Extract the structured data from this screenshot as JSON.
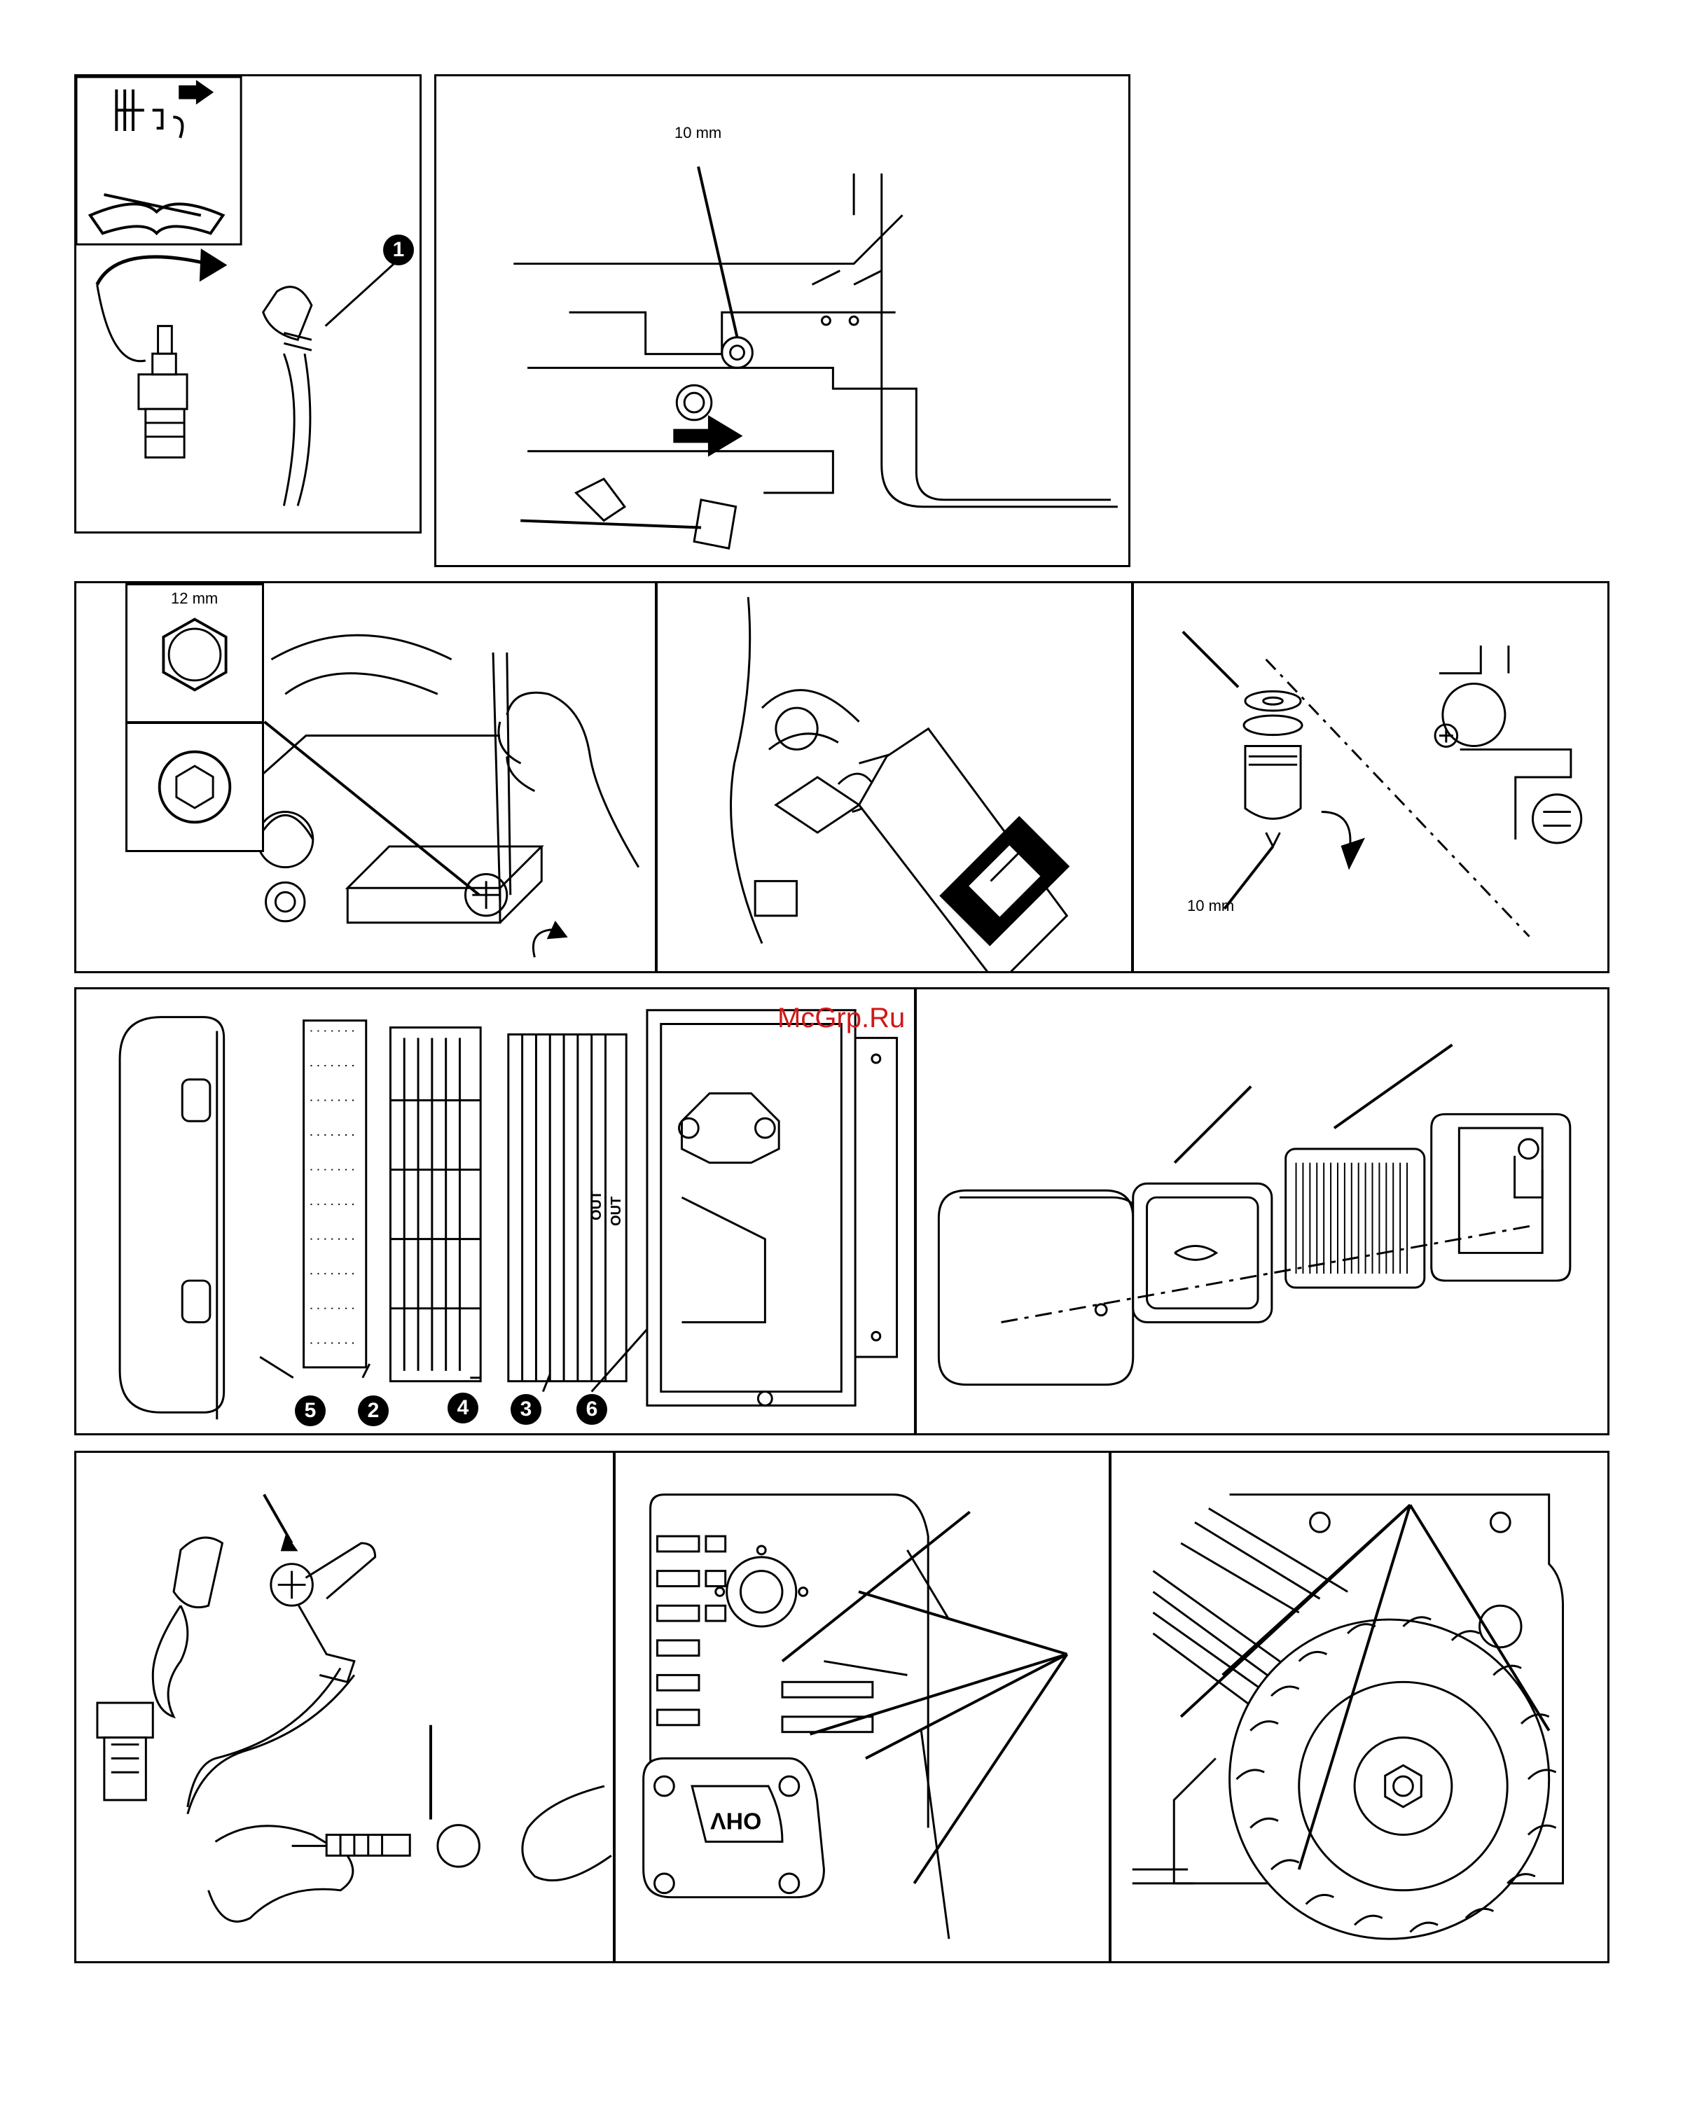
{
  "watermark": "McGrp.Ru",
  "callouts": {
    "step_1": "1",
    "step_2": "2",
    "step_3": "3",
    "step_4": "4",
    "step_5": "5",
    "step_6": "6"
  },
  "labels": {
    "wrench_10mm_drain": "10 mm",
    "wrench_12mm": "12 mm",
    "wrench_10mm_fuel": "10 mm",
    "filter_out_1": "OUT",
    "filter_out_2": "OUT"
  },
  "colors": {
    "ink": "#000000",
    "watermark": "#d01818"
  }
}
